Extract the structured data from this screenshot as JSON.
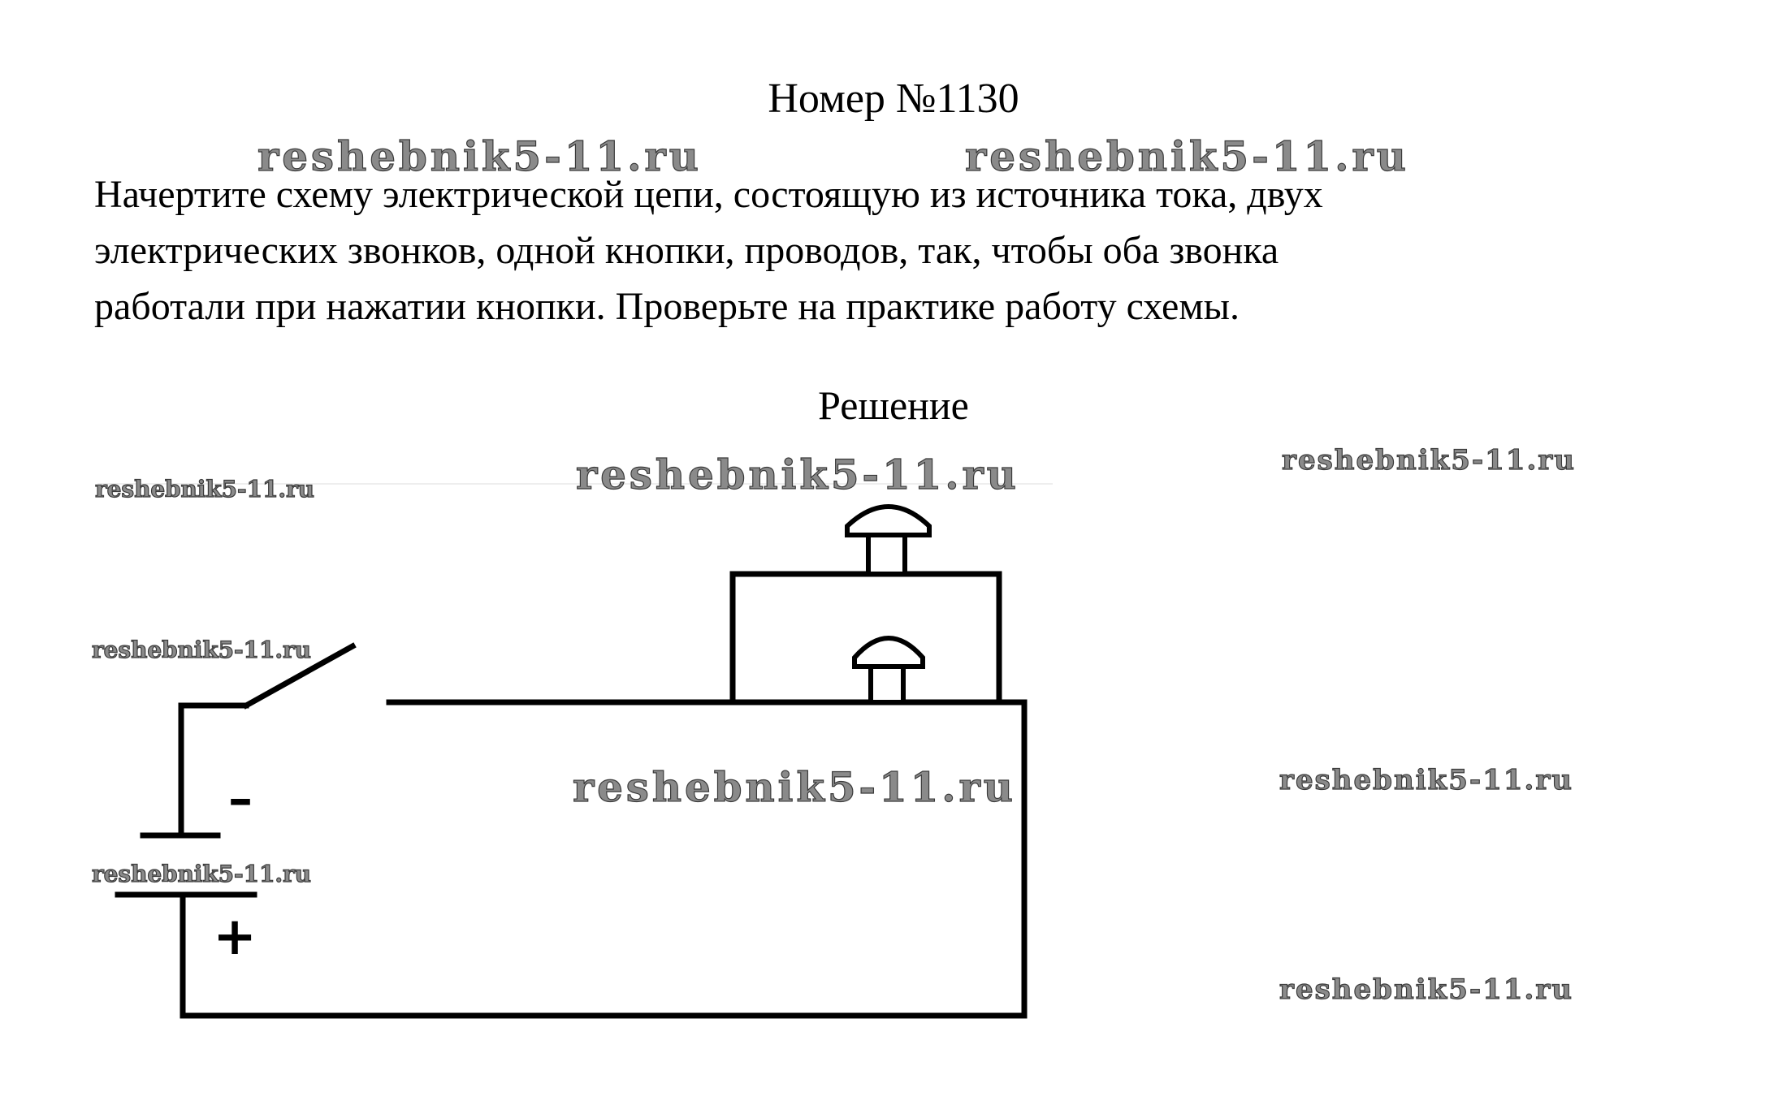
{
  "header": {
    "title": "Номер №1130"
  },
  "task": {
    "lines": [
      "Начертите схему электрической цепи, состоящую из источника тока, двух",
      "электрических звонков, одной кнопки, проводов, так, чтобы оба звонка",
      "работали при нажатии кнопки. Проверьте на практике работу схемы."
    ]
  },
  "solution": {
    "heading": "Решение"
  },
  "diagram": {
    "minus_sign": "–",
    "plus_sign": "+"
  },
  "watermark": {
    "text": "reshebnik5-11.ru"
  }
}
